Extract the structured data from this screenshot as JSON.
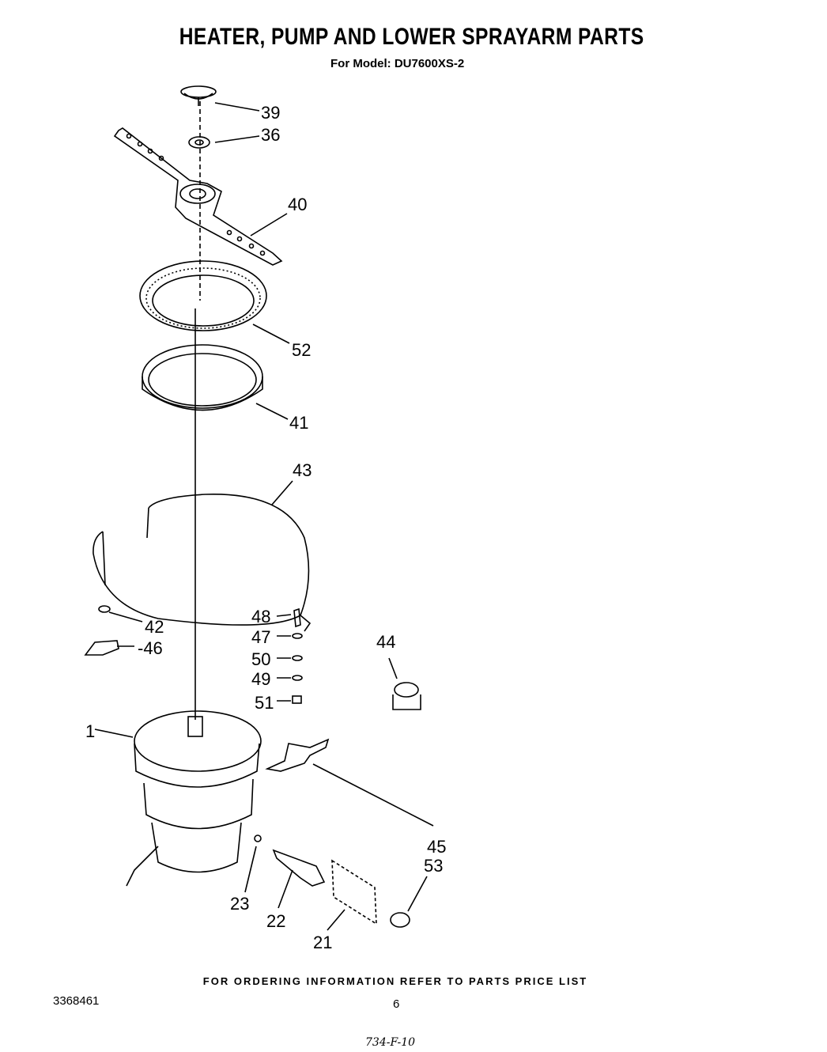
{
  "header": {
    "title": "HEATER, PUMP AND LOWER SPRAYARM PARTS",
    "subtitle": "For Model: DU7600XS-2"
  },
  "callouts": {
    "c39": "39",
    "c36": "36",
    "c40": "40",
    "c52": "52",
    "c41": "41",
    "c43": "43",
    "c42": "42",
    "c46": "-46",
    "c48": "48",
    "c47": "47",
    "c50": "50",
    "c49": "49",
    "c51": "51",
    "c44": "44",
    "c1": "1",
    "c45": "45",
    "c53": "53",
    "c23": "23",
    "c22": "22",
    "c21": "21"
  },
  "footer": {
    "ordering_note": "FOR ORDERING INFORMATION REFER TO PARTS PRICE LIST",
    "doc_number": "3368461",
    "page_number": "6",
    "handwritten_code": "734-F-10"
  }
}
